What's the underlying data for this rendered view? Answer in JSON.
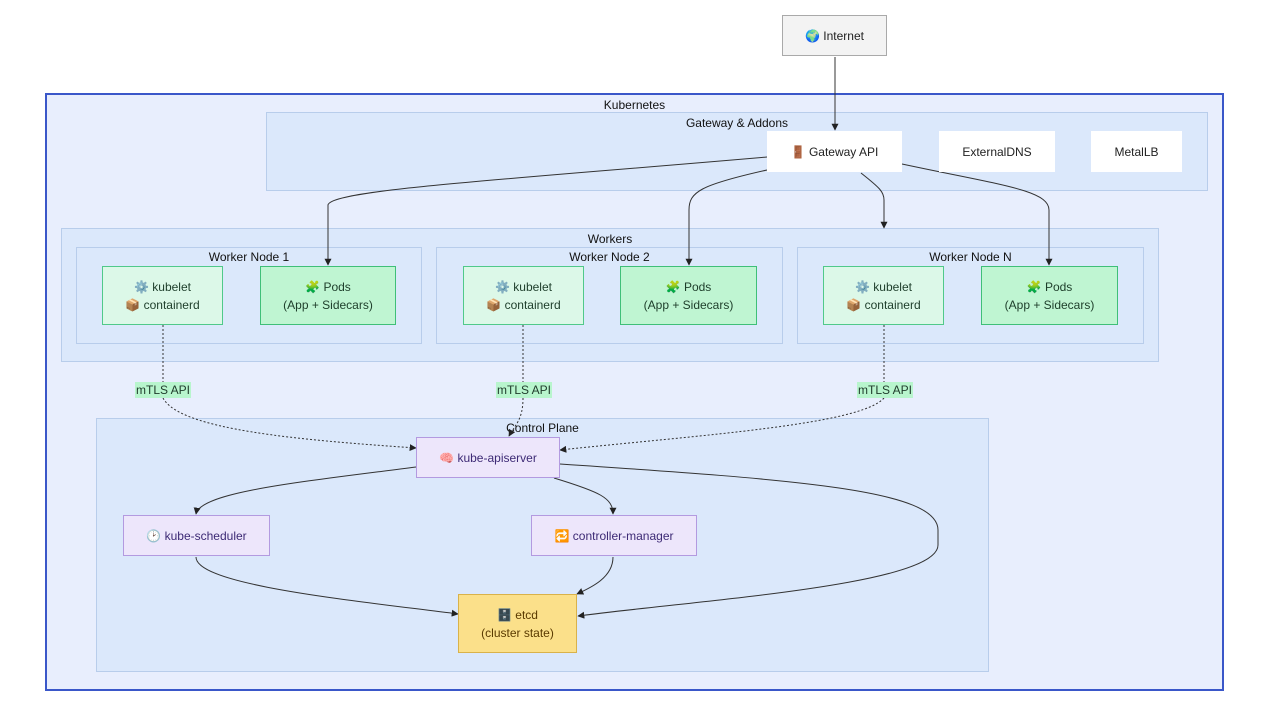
{
  "internet": "🌍 Internet",
  "clusters": {
    "kubernetes": "Kubernetes",
    "gateway_addons": "Gateway & Addons",
    "workers": "Workers",
    "worker_node_1": "Worker Node 1",
    "worker_node_2": "Worker Node 2",
    "worker_node_n": "Worker Node N",
    "control_plane": "Control Plane"
  },
  "gateway": {
    "gateway_api": "🚪 Gateway API",
    "external_dns": "ExternalDNS",
    "metallb": "MetalLB"
  },
  "worker": {
    "kubelet_line1": "⚙️ kubelet",
    "kubelet_line2": "📦 containerd",
    "pods_line1": "🧩 Pods",
    "pods_line2": "(App + Sidecars)"
  },
  "edge_label": "mTLS API",
  "control": {
    "apiserver": "🧠 kube-apiserver",
    "scheduler": "🕑 kube-scheduler",
    "controller_manager": "🔁 controller-manager",
    "etcd_line1": "🗄️ etcd",
    "etcd_line2": "(cluster state)"
  }
}
